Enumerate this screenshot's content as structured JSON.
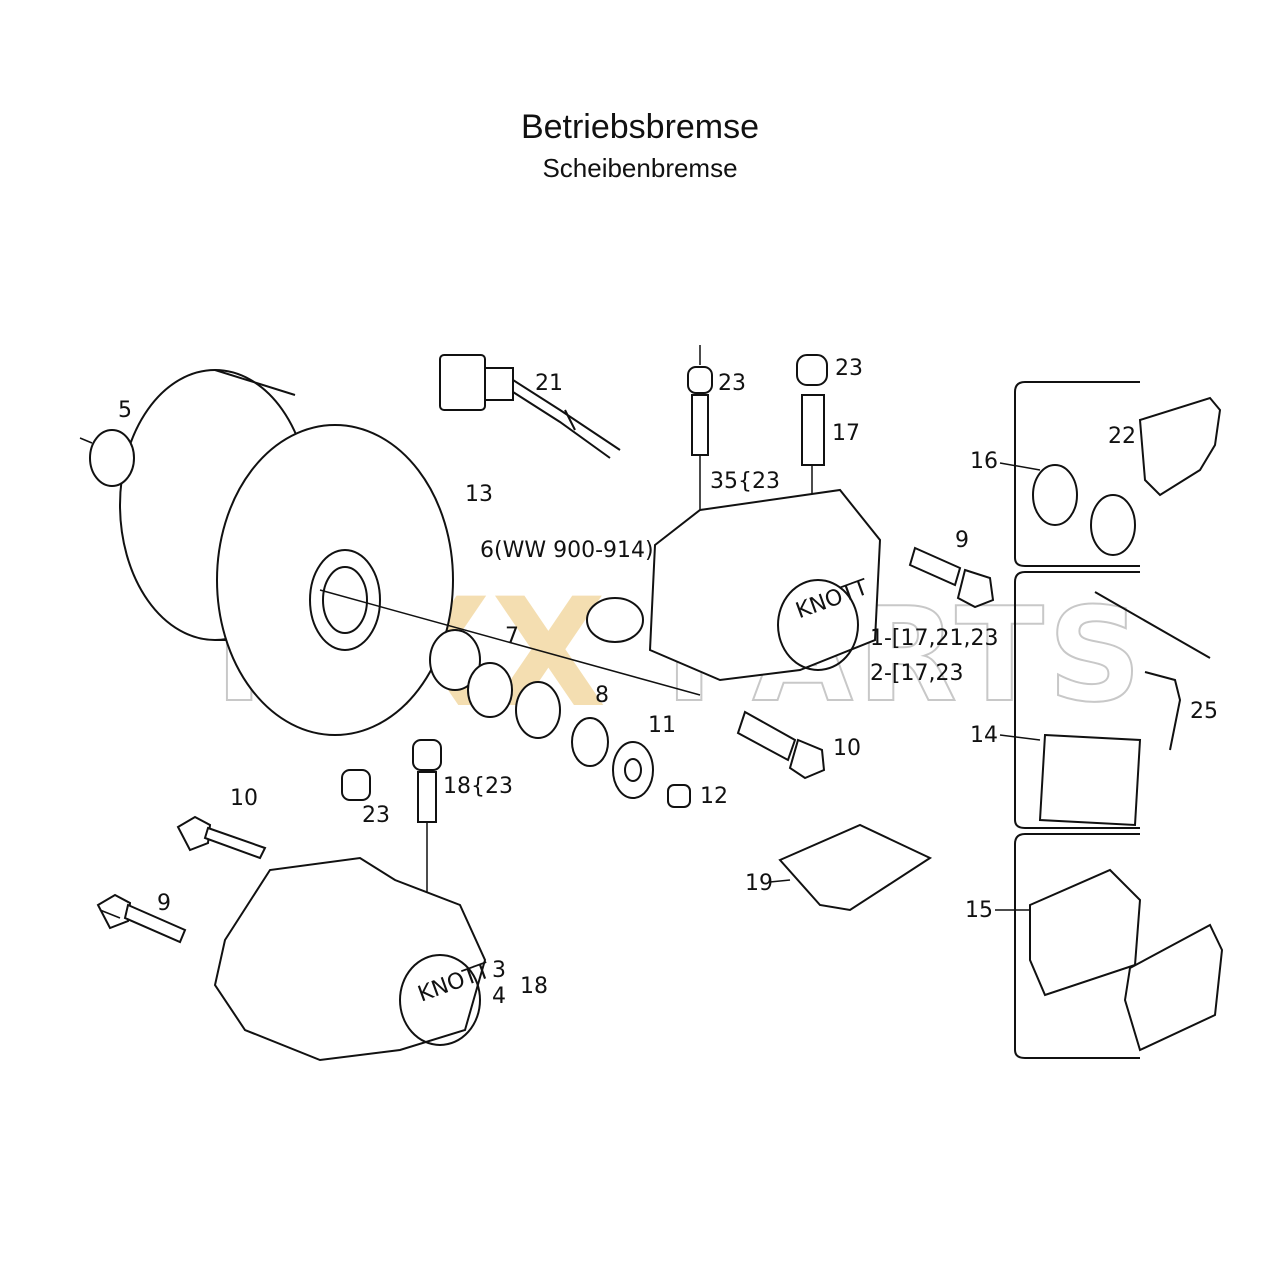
{
  "title": "Betriebsbremse",
  "subtitle": "Scheibenbremse",
  "watermark": {
    "left": "FU",
    "middle": "XX",
    "right": "PARTS",
    "accent_color": "#f0c878"
  },
  "labels": {
    "l5": "5",
    "l21": "21",
    "l23a": "23",
    "l23b": "23",
    "l17": "17",
    "l35": "35{23",
    "l13": "13",
    "l6": "6(WW 900-914)",
    "l7": "7",
    "l9a": "9",
    "l8": "8",
    "l11": "11",
    "l12": "12",
    "l10a": "10",
    "l1": "1-[17,21,23",
    "l2": "2-[17,23",
    "l16": "16",
    "l22": "22",
    "l14": "14",
    "l25": "25",
    "l15": "15",
    "l19": "19",
    "l10b": "10",
    "l23c": "23",
    "l18": "18{23",
    "l9b": "9",
    "l3": "3",
    "l4": "4",
    "l18b": "18"
  },
  "knott_marks": [
    "KNOTT",
    "KNOTT"
  ]
}
